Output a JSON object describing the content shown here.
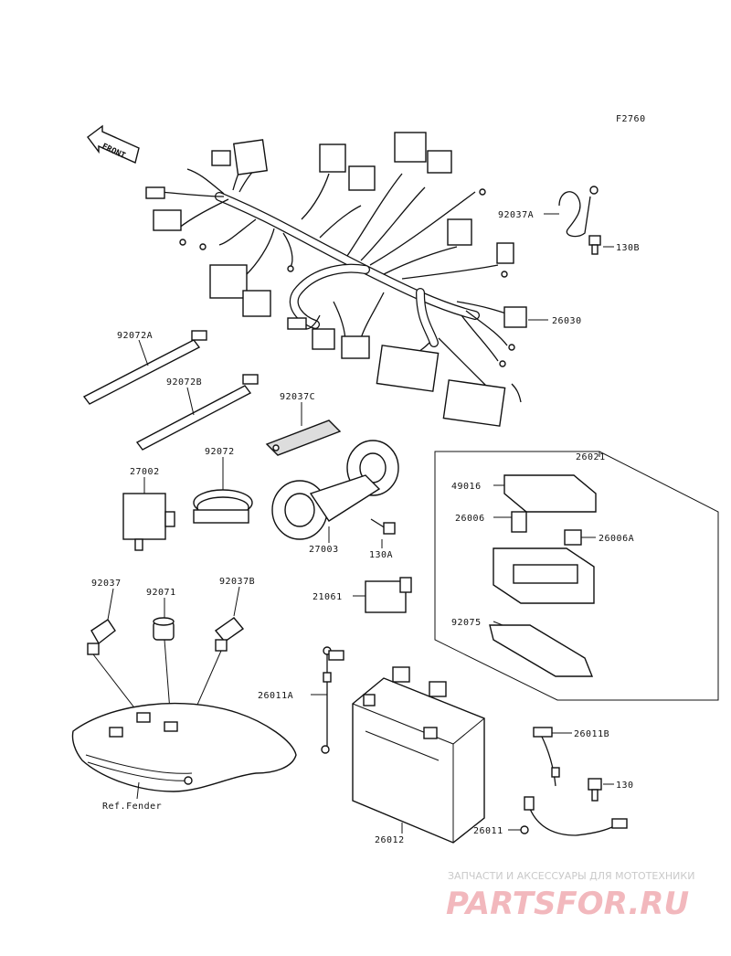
{
  "figure_code": "F2760",
  "front_label": "FRONT",
  "labels": {
    "p92037A": "92037A",
    "p130B": "130B",
    "p26030": "26030",
    "p92072A": "92072A",
    "p92072B": "92072B",
    "p92037C": "92037C",
    "p26021": "26021",
    "p49016": "49016",
    "p26006": "26006",
    "p26006A": "26006A",
    "p27002": "27002",
    "p92072": "92072",
    "p27003": "27003",
    "p130A": "130A",
    "p21061": "21061",
    "p92075": "92075",
    "p92037": "92037",
    "p92071": "92071",
    "p92037B": "92037B",
    "p26011A": "26011A",
    "p26011B": "26011B",
    "p130": "130",
    "ref_fender": "Ref.Fender",
    "p26012": "26012",
    "p26011": "26011"
  },
  "watermark": {
    "tagline": "ЗАПЧАСТИ И АКСЕССУАРЫ ДЛЯ МОТОТЕХНИКИ",
    "brand": "PARTSFOR.RU"
  }
}
